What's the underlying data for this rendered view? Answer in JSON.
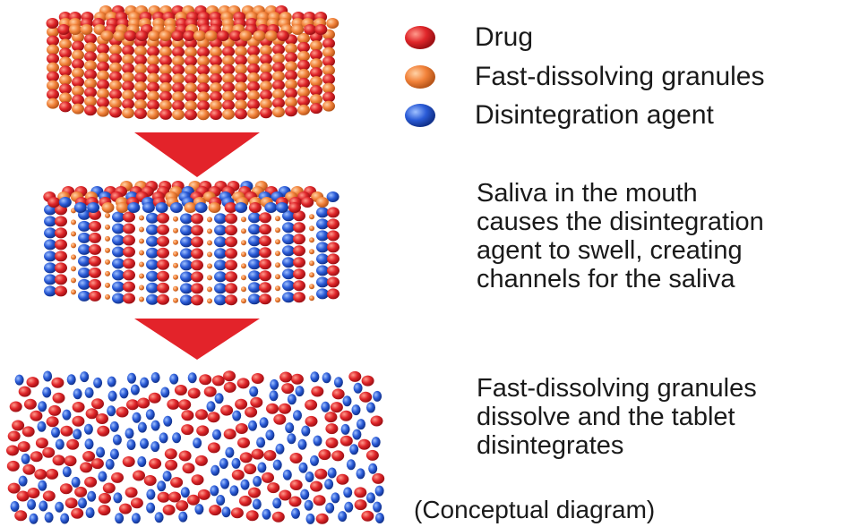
{
  "colors": {
    "drug": "#e0262a",
    "granule": "#f2823a",
    "agent": "#2a5bd7",
    "arrow": "#e3232a"
  },
  "legend": {
    "drug": "Drug",
    "granules": "Fast-dissolving granules",
    "agent": "Disintegration agent"
  },
  "steps": {
    "step2": [
      "Saliva in the mouth",
      "causes the disintegration",
      "agent to swell, creating",
      "channels for the saliva"
    ],
    "step3": [
      "Fast-dissolving granules",
      "dissolve and the tablet",
      "disintegrates"
    ]
  },
  "caption": "(Conceptual diagram)"
}
